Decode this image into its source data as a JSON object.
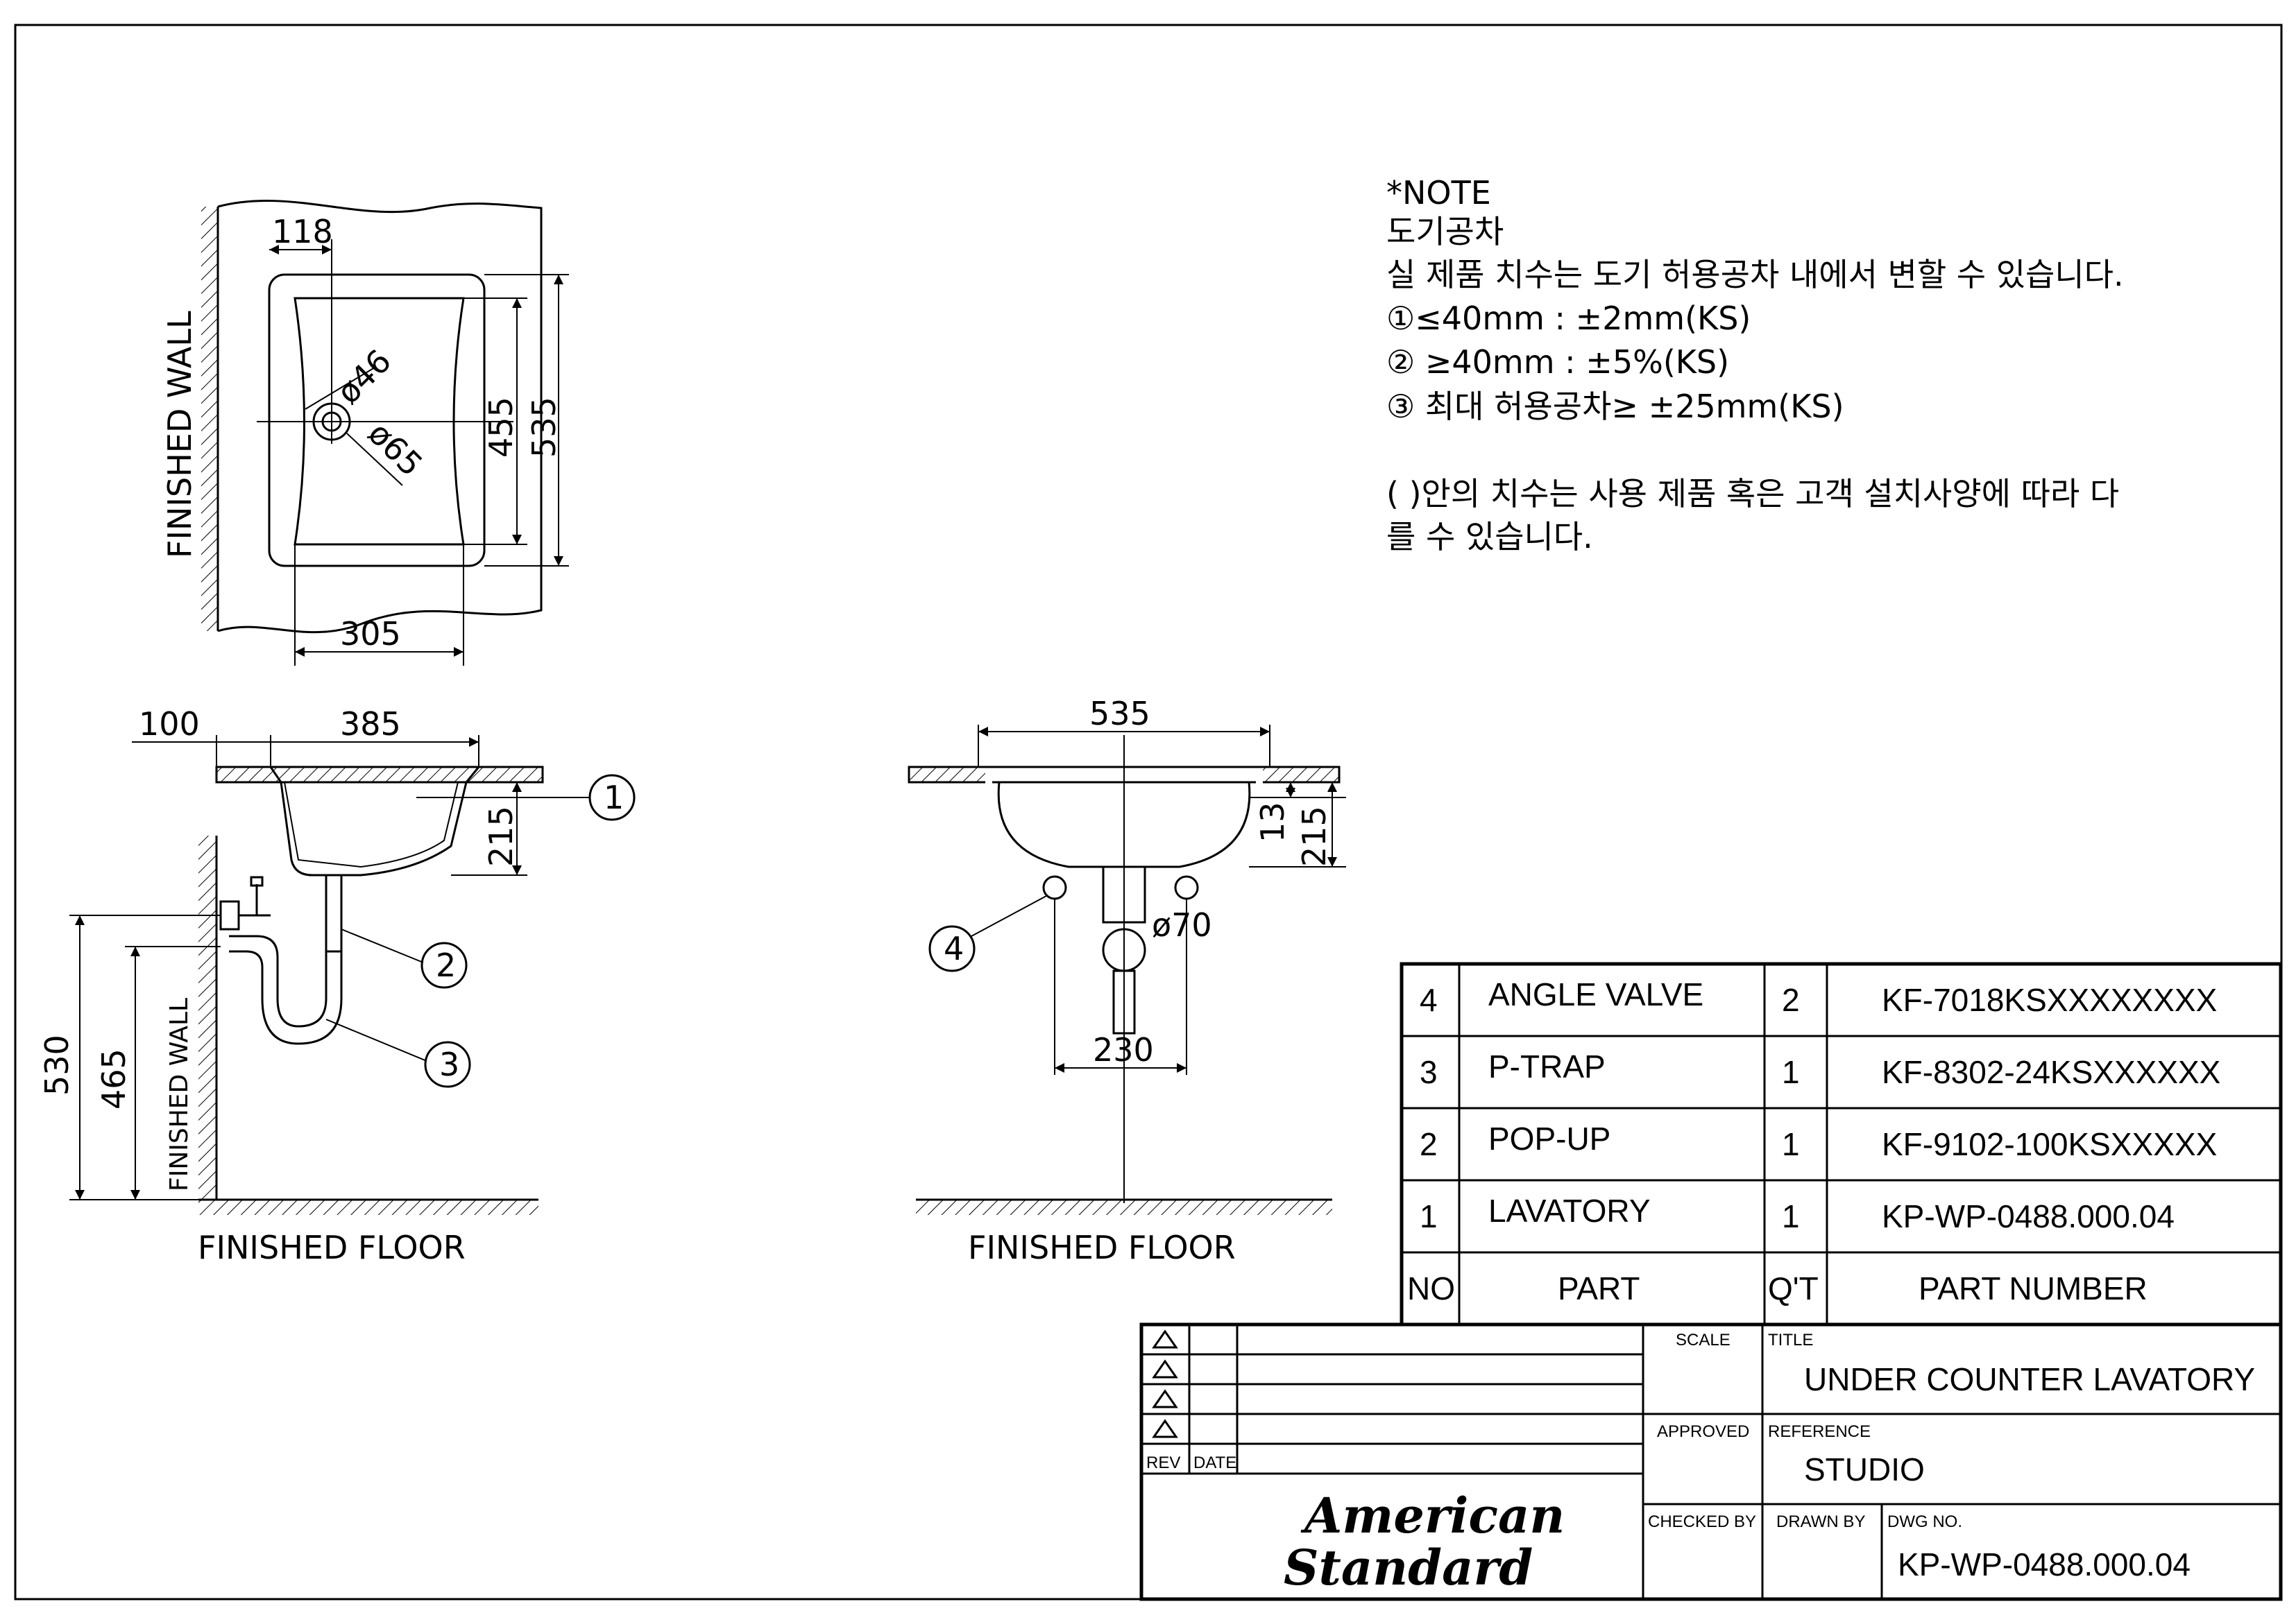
{
  "note": {
    "header": "*NOTE",
    "title": "도기공차",
    "line1": "실 제품 치수는 도기 허용공차 내에서 변할 수 있습니다.",
    "item1": "①≤40mm  :  ±2mm(KS)",
    "item2": "② ≥40mm  :  ±5%(KS)",
    "item3": "③ 최대 허용공차≥ ±25mm(KS)",
    "paren1": "(  )안의 치수는 사용 제품 혹은 고객 설치사양에 따라 다",
    "paren2": "를 수 있습니다."
  },
  "top_view": {
    "wall_label": "FINISHED WALL",
    "dim_118": "118",
    "dim_305": "305",
    "dim_455": "455",
    "dim_535": "535",
    "dim_d46": "ø46",
    "dim_d65": "ø65"
  },
  "side_view": {
    "dim_100": "100",
    "dim_385": "385",
    "dim_215": "215",
    "dim_530": "530",
    "dim_465": "465",
    "wall_label": "FINISHED WALL",
    "floor_label": "FINISHED FLOOR",
    "callout_1": "1",
    "callout_2": "2",
    "callout_3": "3"
  },
  "front_view": {
    "dim_535": "535",
    "dim_13": "13",
    "dim_215": "215",
    "dim_d70": "ø70",
    "dim_230": "230",
    "floor_label": "FINISHED FLOOR",
    "callout_4": "4"
  },
  "parts_table": {
    "headers": {
      "no": "NO",
      "part": "PART",
      "qty": "Q'T",
      "part_number": "PART NUMBER"
    },
    "rows": [
      {
        "no": "4",
        "part": "ANGLE VALVE",
        "qty": "2",
        "part_number": "KF-7018KSXXXXXXXX"
      },
      {
        "no": "3",
        "part": "P-TRAP",
        "qty": "1",
        "part_number": "KF-8302-24KSXXXXXX"
      },
      {
        "no": "2",
        "part": "POP-UP",
        "qty": "1",
        "part_number": "KF-9102-100KSXXXXX"
      },
      {
        "no": "1",
        "part": "LAVATORY",
        "qty": "1",
        "part_number": "KP-WP-0488.000.04"
      }
    ]
  },
  "title_block": {
    "scale_label": "SCALE",
    "title_label": "TITLE",
    "title": "UNDER COUNTER LAVATORY",
    "approved_label": "APPROVED",
    "reference_label": "REFERENCE",
    "reference": "STUDIO",
    "rev_label": "REV",
    "date_label": "DATE",
    "checked_label": "CHECKED BY",
    "drawn_label": "DRAWN BY",
    "dwg_label": "DWG NO.",
    "dwg_no": "KP-WP-0488.000.04",
    "logo_line1": "American",
    "logo_line2": "Standard"
  }
}
